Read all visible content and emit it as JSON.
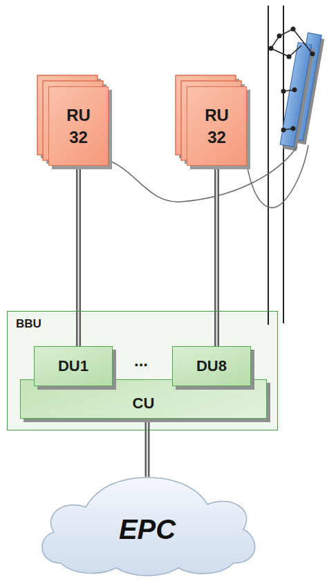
{
  "diagram": {
    "nodes": [
      {
        "text": [
          "RU 32"
        ]
      },
      {
        "text": [
          "RU 32"
        ]
      },
      {
        "text": [
          "BBU"
        ]
      },
      {
        "text": [
          "DU1"
        ],
        "in": 2
      },
      {
        "text": [
          "DU8"
        ],
        "in": 2
      },
      {
        "text": [
          "CU"
        ],
        "in": 2
      },
      {
        "text": [
          "EPC"
        ]
      }
    ],
    "edges": [
      {
        "from": 0,
        "to": 3,
        "arrow": "none"
      },
      {
        "from": 1,
        "to": 4,
        "arrow": "none"
      },
      {
        "from": 5,
        "to": 6,
        "arrow": "none"
      }
    ],
    "labels": [
      "..."
    ]
  }
}
